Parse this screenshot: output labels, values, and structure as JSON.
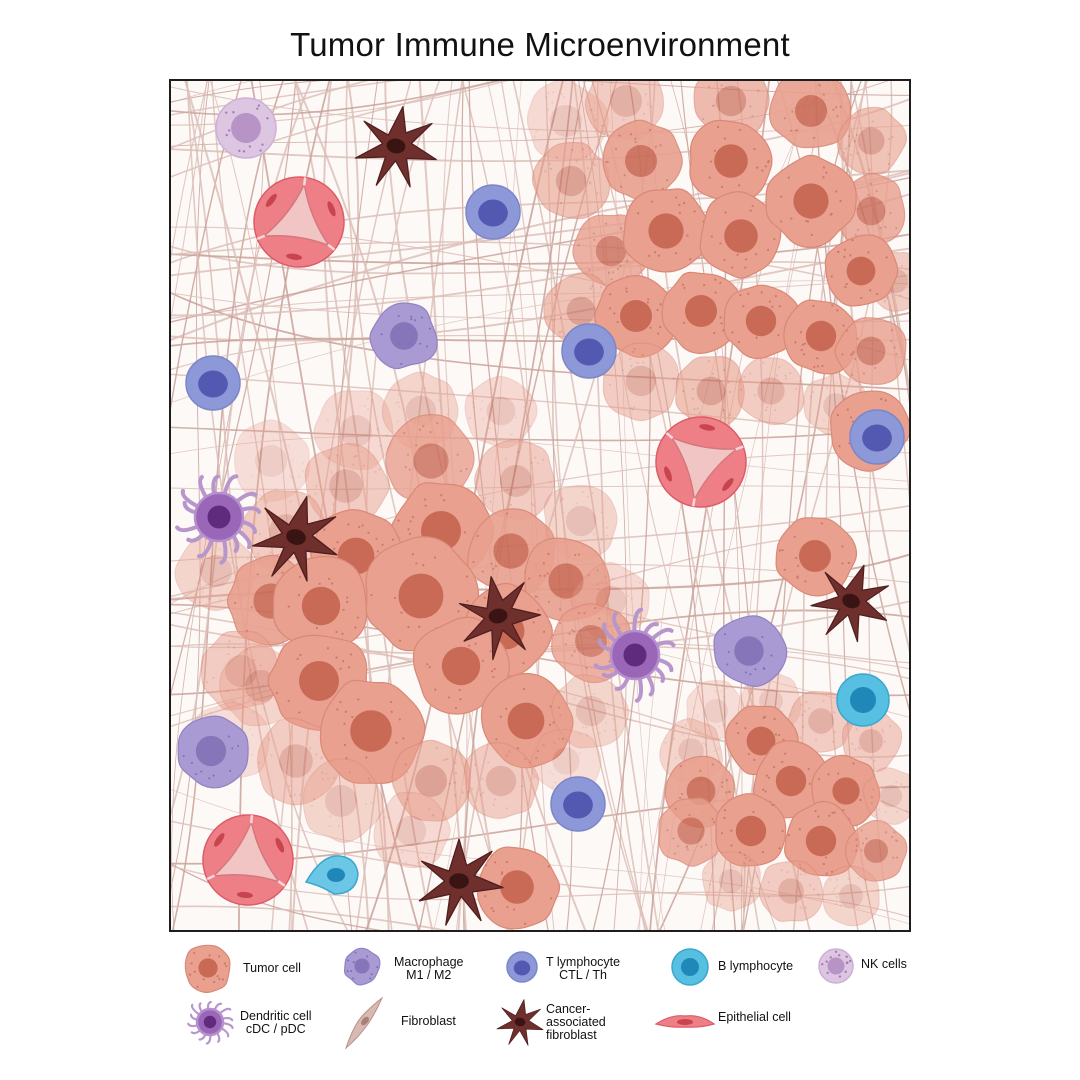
{
  "title": "Tumor Immune Microenvironment",
  "legend": {
    "tumor": "Tumor cell",
    "macrophage": [
      "Macrophage",
      "M1 / M2"
    ],
    "tcell": [
      "T lymphocyte",
      "CTL / Th"
    ],
    "bcell": "B lymphocyte",
    "nk": "NK cells",
    "dendritic": [
      "Dendritic cell",
      "cDC / pDC"
    ],
    "fibroblast": "Fibroblast",
    "caf": [
      "Cancer-",
      "associated",
      "fibroblast"
    ],
    "epithelial": "Epithelial cell"
  },
  "colors": {
    "tumor": "#e9a08e",
    "tumor_nucleus": "#c96a56",
    "macrophage": "#a99ad3",
    "tcell": "#8d98d8",
    "tcell_nucleus": "#5358b0",
    "bcell": "#56bfe2",
    "nk": "#dcc6e2",
    "dendritic": "#9a66b8",
    "caf": "#6e2f2d",
    "epithelial": "#ef7f86",
    "fibroblast": "#c9a29a"
  }
}
